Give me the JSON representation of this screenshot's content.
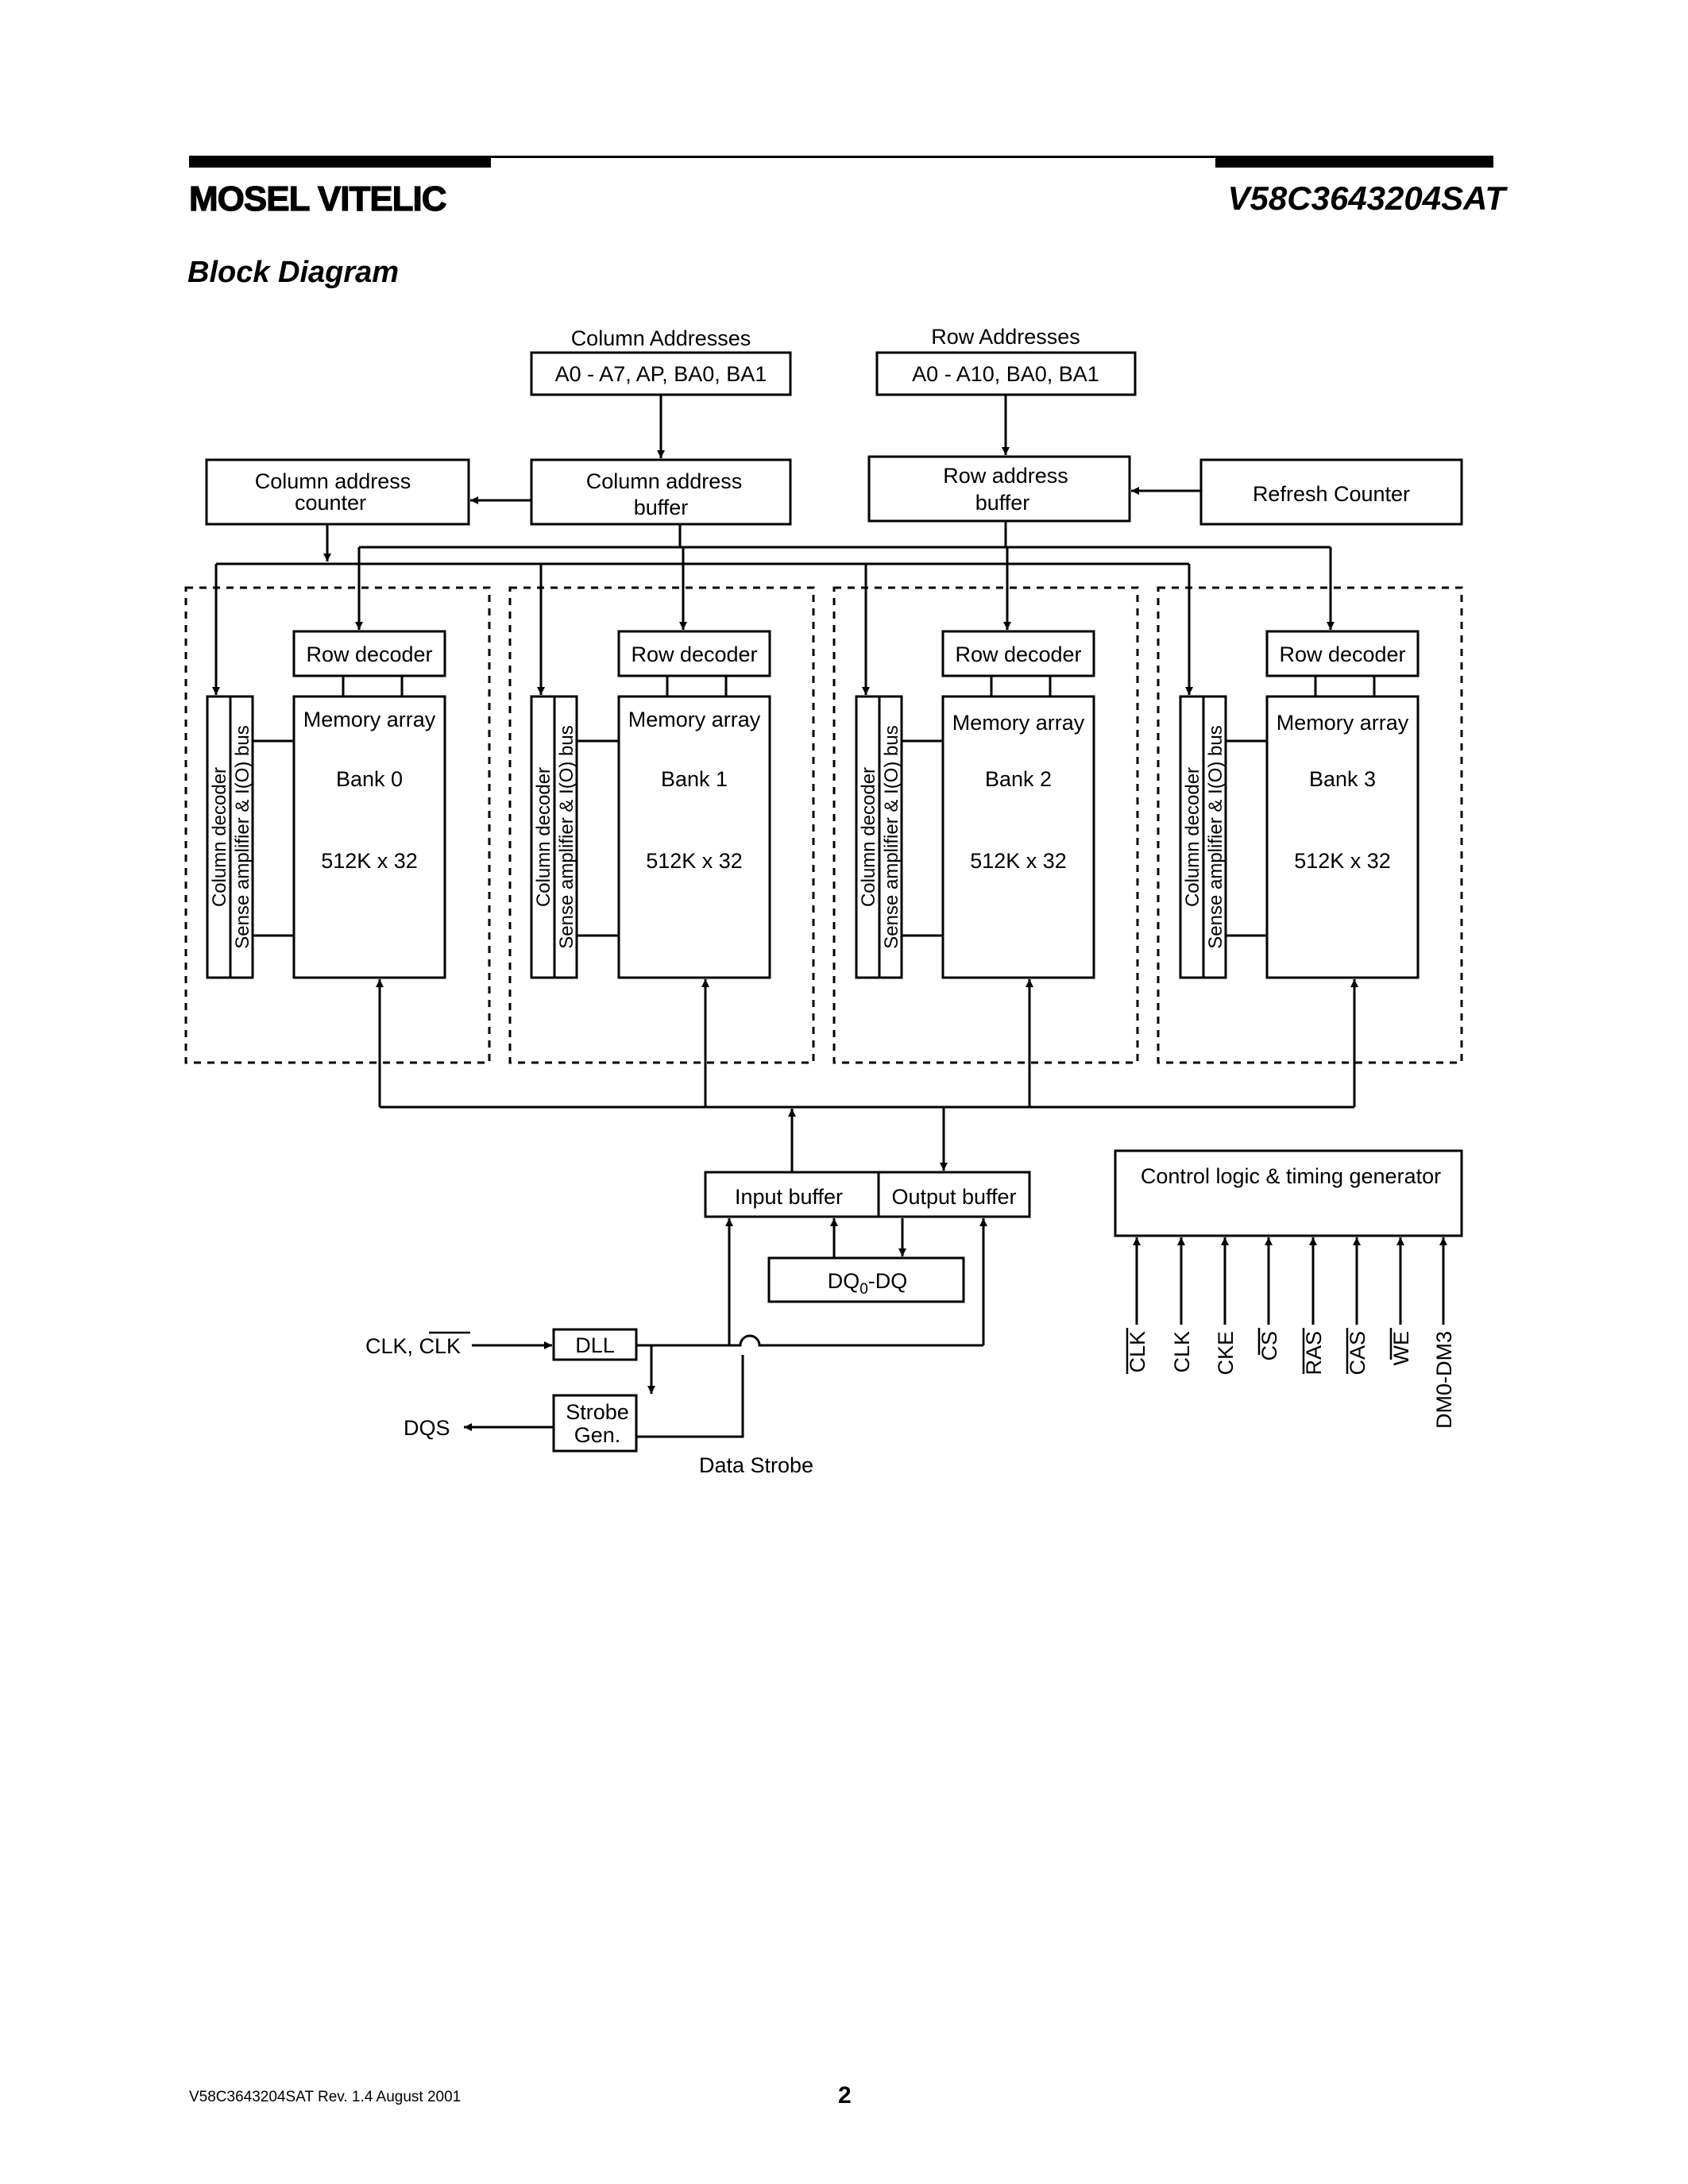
{
  "header": {
    "brand": "MOSEL VITELIC",
    "part_number": "V58C3643204SAT"
  },
  "section_title": "Block Diagram",
  "diagram": {
    "column_addresses_label": "Column Addresses",
    "column_addresses_value": "A0 - A7, AP, BA0, BA1",
    "row_addresses_label": "Row Addresses",
    "row_addresses_value": "A0 - A10, BA0, BA1",
    "column_address_counter": [
      "Column address",
      "counter"
    ],
    "column_address_buffer": [
      "Column address",
      "buffer"
    ],
    "row_address_buffer": [
      "Row address",
      "buffer"
    ],
    "refresh_counter": "Refresh Counter",
    "banks": [
      {
        "row_decoder": "Row decoder",
        "memory_array": "Memory array",
        "bank": "Bank 0",
        "size": "512K x 32",
        "column_decoder": "Column decoder",
        "sense_amp": "Sense amplifier & I(O) bus"
      },
      {
        "row_decoder": "Row decoder",
        "memory_array": "Memory array",
        "bank": "Bank 1",
        "size": "512K x 32",
        "column_decoder": "Column decoder",
        "sense_amp": "Sense amplifier & I(O) bus"
      },
      {
        "row_decoder": "Row decoder",
        "memory_array": "Memory array",
        "bank": "Bank 2",
        "size": "512K x 32",
        "column_decoder": "Column decoder",
        "sense_amp": "Sense amplifier & I(O) bus"
      },
      {
        "row_decoder": "Row decoder",
        "memory_array": "Memory array",
        "bank": "Bank 3",
        "size": "512K x 32",
        "column_decoder": "Column decoder",
        "sense_amp": "Sense amplifier & I(O) bus"
      }
    ],
    "input_buffer": "Input buffer",
    "output_buffer": "Output buffer",
    "dq_base": "DQ",
    "dq_sub": "0",
    "dq_tail": "-DQ",
    "control_logic": "Control logic & timing generator",
    "control_signals": [
      "CLK",
      "CLK",
      "CKE",
      "CS",
      "RAS",
      "CAS",
      "WE",
      "DM0-DM3"
    ],
    "clk_label_a": "CLK, ",
    "clk_label_b": "CLK",
    "dll": "DLL",
    "dqs": "DQS",
    "strobe_gen": [
      "Strobe",
      "Gen."
    ],
    "data_strobe": "Data Strobe"
  },
  "footer": {
    "doc_ref": "V58C3643204SAT  Rev. 1.4 August 2001",
    "page_number": "2"
  }
}
